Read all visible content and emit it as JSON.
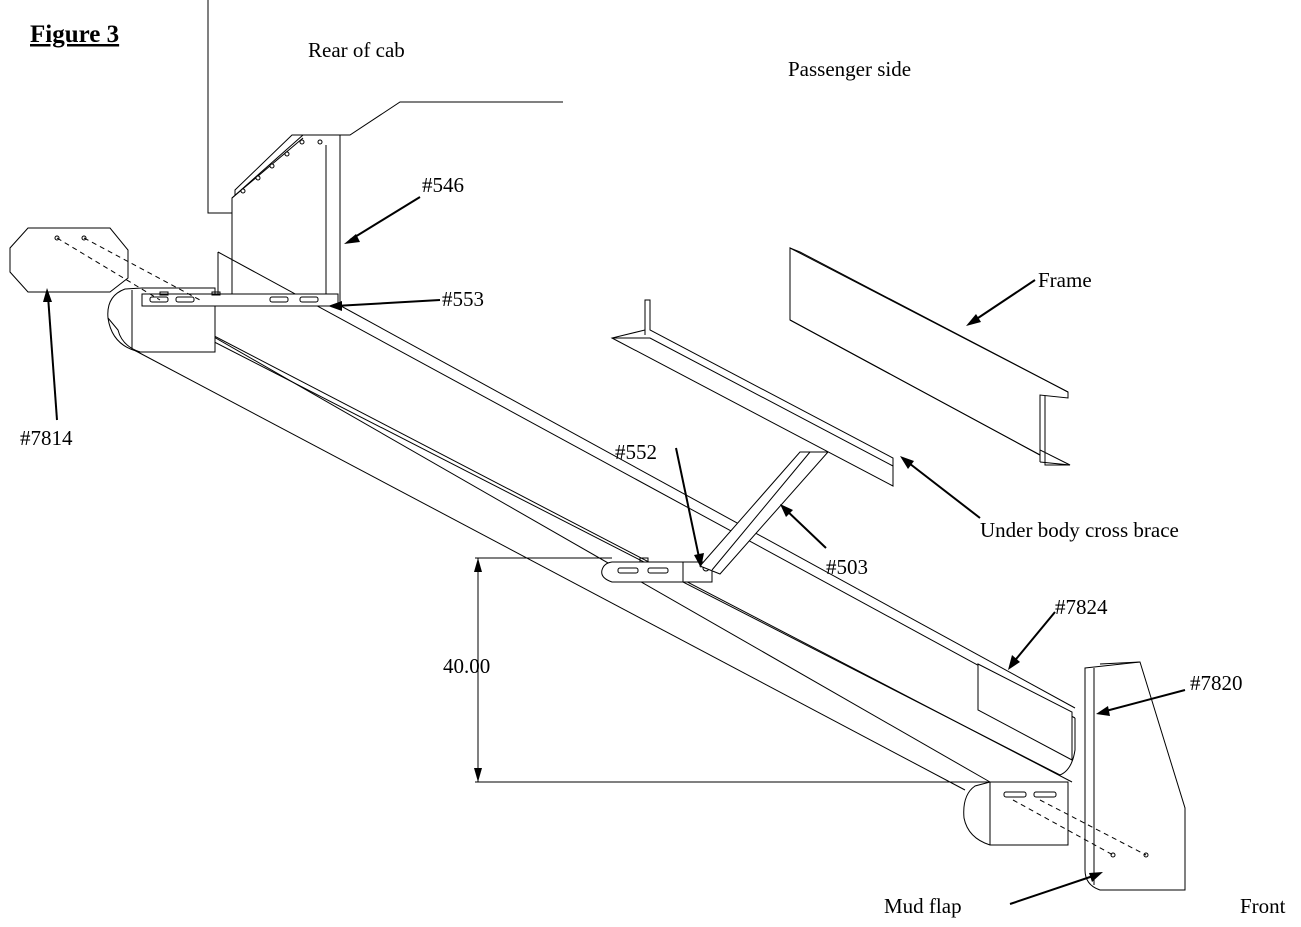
{
  "figure": {
    "title": "Figure 3",
    "labels": {
      "rear_of_cab": "Rear of cab",
      "passenger_side": "Passenger side",
      "frame": "Frame",
      "under_body_cross_brace": "Under body cross brace",
      "mud_flap": "Mud flap",
      "front": "Front",
      "dimension": "40.00"
    },
    "parts": {
      "p546": "#546",
      "p553": "#553",
      "p7814": "#7814",
      "p552": "#552",
      "p503": "#503",
      "p7824": "#7824",
      "p7820": "#7820"
    }
  }
}
